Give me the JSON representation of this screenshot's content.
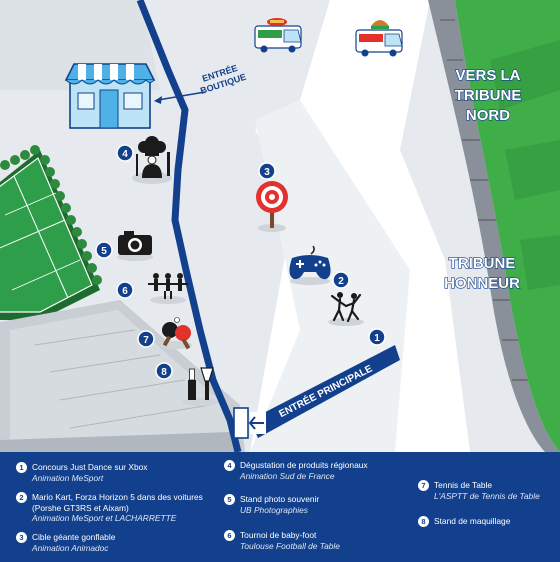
{
  "labels": {
    "boutique": [
      "ENTRÉE",
      "BOUTIQUE"
    ],
    "north_stand": [
      "VERS LA",
      "TRIBUNE",
      "NORD"
    ],
    "honor_stand": [
      "TRIBUNE",
      "HONNEUR"
    ],
    "main_entrance": "ENTRÉE PRINCIPALE"
  },
  "markers": [
    "1",
    "2",
    "3",
    "4",
    "5",
    "6",
    "7",
    "8"
  ],
  "legend": [
    {
      "num": "1",
      "title": "Concours Just Dance sur Xbox",
      "sub": "Animation MeSport"
    },
    {
      "num": "2",
      "title": "Mario Kart, Forza Horizon 5 dans des voitures (Porshe GT3RS et Aixam)",
      "sub": "Animation MeSport et LACHARRETTE"
    },
    {
      "num": "3",
      "title": "Cible géante gonflable",
      "sub": "Animation Animadoc"
    },
    {
      "num": "4",
      "title": "Dégustation de produits régionaux",
      "sub": "Animation Sud de France"
    },
    {
      "num": "5",
      "title": "Stand photo souvenir",
      "sub": "UB Photographies"
    },
    {
      "num": "6",
      "title": "Tournoi de baby-foot",
      "sub": "Toulouse Football de Table"
    },
    {
      "num": "7",
      "title": "Tennis de Table",
      "sub": "L'ASPTT de Tennis de Table"
    },
    {
      "num": "8",
      "title": "Stand de maquillage",
      "sub": ""
    }
  ],
  "icons": [
    "shop-icon",
    "food-truck-icon",
    "chef-icon",
    "target-icon",
    "camera-icon",
    "gamepad-icon",
    "foosball-icon",
    "dancers-icon",
    "ping-pong-icon",
    "makeup-icon",
    "exit-door-icon"
  ],
  "colors": {
    "blue": "#13408c",
    "field_green": "#3fae49",
    "court_green": "#2e9e4a",
    "ground": "#e6eaee",
    "road": "#ffffff",
    "track": "#8a9099",
    "red": "#e3312d"
  }
}
